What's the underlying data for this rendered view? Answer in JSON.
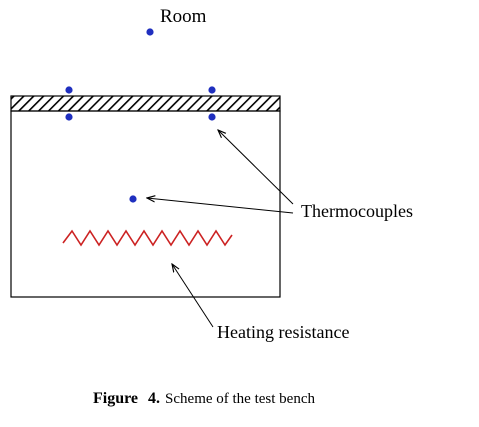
{
  "labels": {
    "room": "Room",
    "thermocouples": "Thermocouples",
    "heating_resistance": "Heating resistance"
  },
  "caption": {
    "prefix": "Figure",
    "number": "4.",
    "text": "Scheme of the test bench"
  },
  "colors": {
    "sensor_dot": "#1f2fbf",
    "heating_element": "#cc2222",
    "outline": "#000000",
    "hatch": "#000000"
  }
}
